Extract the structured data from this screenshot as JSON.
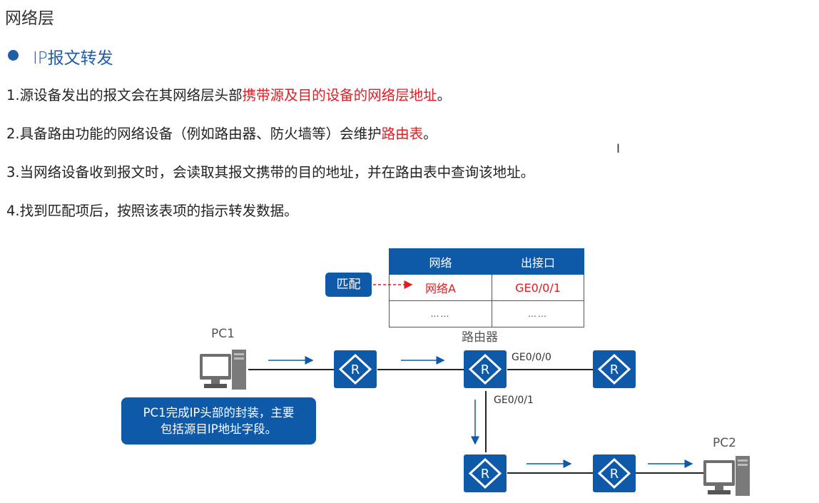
{
  "header": {
    "title": "网络层"
  },
  "section": {
    "title": "IP报文转发"
  },
  "lines": [
    {
      "plain": "1.源设备发出的报文会在其网络层头部",
      "highlight": "携带源及目的设备的网络层地址",
      "tail": "。"
    },
    {
      "plain": "2.具备路由功能的网络设备（例如路由器、防火墙等）会维护",
      "highlight": "路由表",
      "tail": "。"
    },
    {
      "plain": "3.当网络设备收到报文时，会读取其报文携带的目的地址，并在路由表中查询该地址。",
      "highlight": "",
      "tail": ""
    },
    {
      "plain": "4.找到匹配项后，按照该表项的指示转发数据。",
      "highlight": "",
      "tail": ""
    }
  ],
  "text_cursor": "I",
  "route_table": {
    "headers": [
      "网络",
      "出接口"
    ],
    "rows": [
      [
        "网络A",
        "GE0/0/1"
      ],
      [
        "……",
        "……"
      ]
    ]
  },
  "match_label": "匹配",
  "router_symbol": "R",
  "labels": {
    "pc1": "PC1",
    "pc2": "PC2",
    "router": "路由器",
    "port_ge000": "GE0/0/0",
    "port_ge001": "GE0/0/1"
  },
  "callout": {
    "line1": "PC1完成IP头部的封装，主要",
    "line2": "包括源目IP地址字段。"
  },
  "colors": {
    "accent_blue": "#0f5aa8",
    "highlight_red": "#e31b23",
    "title_blue": "#1f5ea8"
  }
}
